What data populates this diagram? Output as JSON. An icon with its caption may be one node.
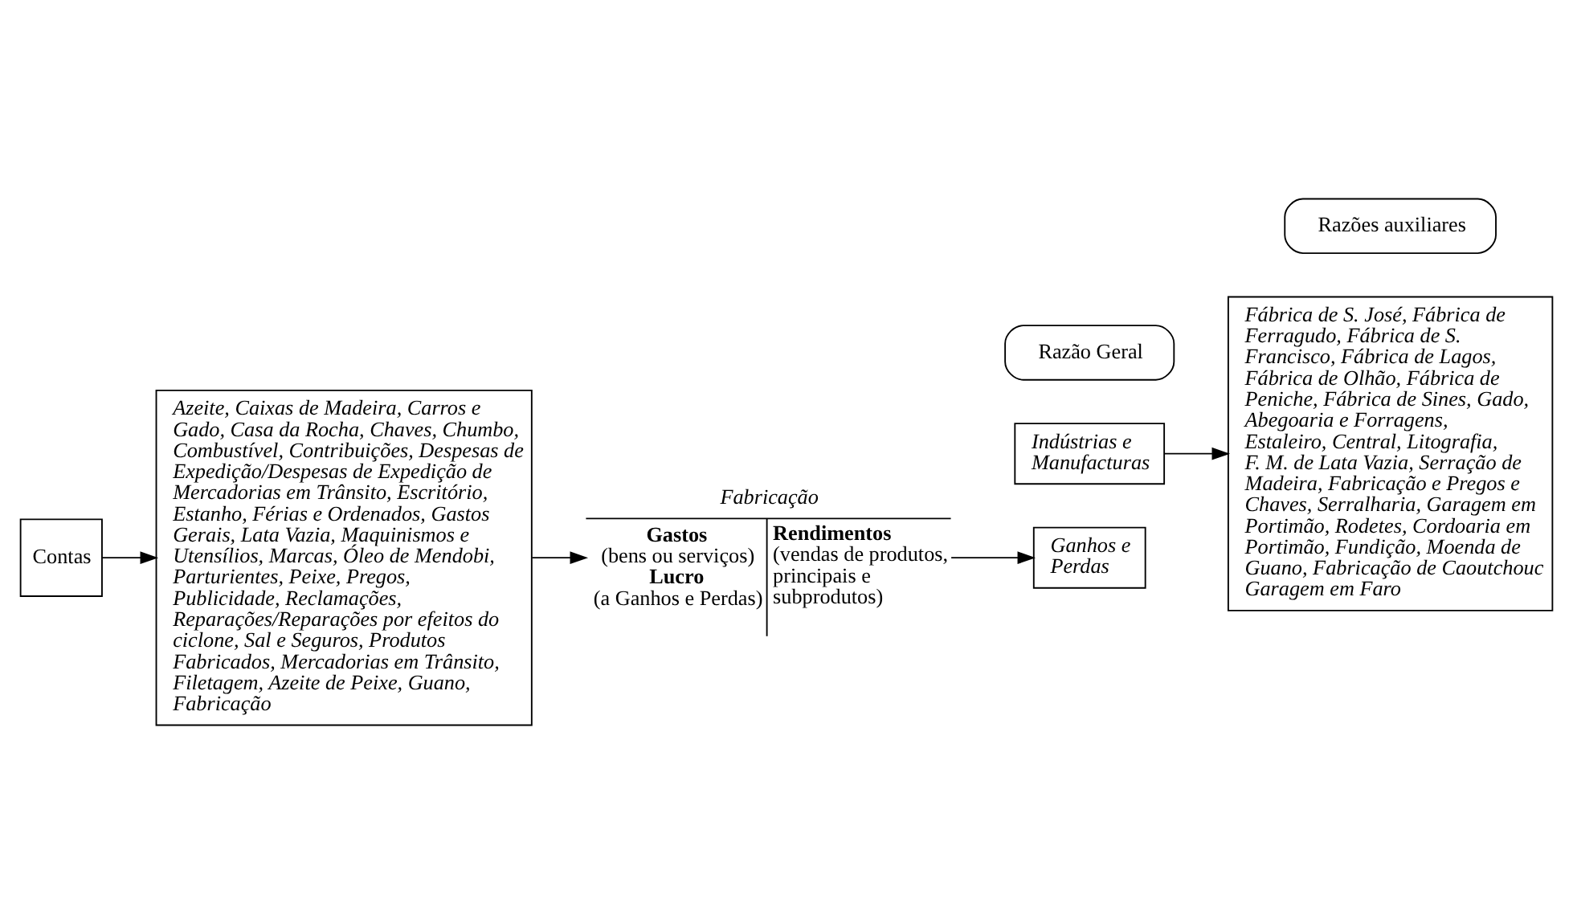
{
  "diagram": {
    "nodes": [
      {
        "text": [
          "Razão Geral"
        ]
      },
      {
        "text": [
          "Razões auxiliares"
        ]
      },
      {
        "text": [
          "Indústrias e Manufacturas"
        ]
      },
      {
        "text": [
          "Fábrica de S. José, Fábrica de Ferragudo, Fábrica de S. Francisco, Fábrica de Lagos, Fábrica de Olhão, Fábrica de Peniche, Fábrica de Sines, Gado, Abegoaria e Forragens, Estaleiro, Central, Litografia, F. M. de Lata Vazia, Serração de Madeira, Fabricação e Pregos e Chaves, Serralharia, Garagem em Portimão, Rodetes, Cordoaria em Portimão, Fundição, Moenda de Guano, Fabricação de Caoutchouc Garagem em Faro"
        ]
      },
      {
        "text": [
          "Contas"
        ]
      },
      {
        "text": [
          "Azeite, Caixas de Madeira, Carros e Gado, Casa da Rocha, Chaves, Chumbo, Combustível, Contribuições, Despesas de Expedição/Despesas de Expedição de Mercadorias em Trânsito, Escritório, Estanho, Férias e Ordenados, Gastos Gerais, Lata Vazia, Maquinismos e Utensílios, Marcas, Óleo de Mendobi, Parturientes, Peixe, Pregos, Publicidade, Reclamações, Reparações/Reparações por efeitos do ciclone, Sal e Seguros, Produtos Fabricados, Mercadorias em Trânsito, Filetagem, Azeite de Peixe, Guano, Fabricação"
        ]
      },
      {
        "text": [
          "Ganhos e Perdas"
        ]
      },
      {
        "text": [
          "Fabricação",
          "Gastos",
          "(bens ou serviços)",
          "Lucro",
          "(a Ganhos e Perdas)",
          "Rendimentos",
          "(vendas de produtos, principais e subprodutos)"
        ]
      }
    ],
    "edges": [
      {
        "from": 2,
        "to": 3,
        "arrow": "to"
      },
      {
        "from": 4,
        "to": 5,
        "arrow": "to"
      },
      {
        "from": 5,
        "to": 7,
        "arrow": "to"
      },
      {
        "from": 7,
        "to": 6,
        "arrow": "to"
      }
    ]
  }
}
